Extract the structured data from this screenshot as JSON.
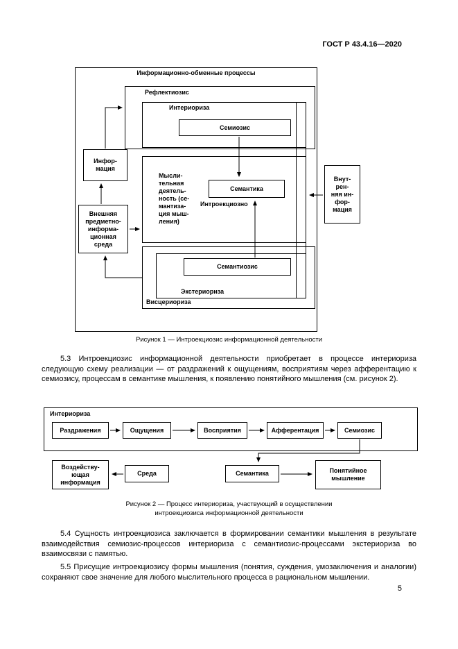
{
  "header": {
    "doc_number": "ГОСТ Р 43.4.16—2020"
  },
  "figure1": {
    "caption": "Рисунок 1 — Интроекциозис информационной деятельности",
    "labels": {
      "outer": "Информационно-обменные процессы",
      "reflektiozis": "Рефлектиозис",
      "interioriza": "Интериориза",
      "semiozis": "Семиозис",
      "thinking": "Мысли-\nтельная\nдеятель-\nность (се-\nмантиза-\nция мыш-\nления)",
      "semantika": "Семантика",
      "introekciozno": "Интроекциозно",
      "informaciya": "Инфор-\nмация",
      "sreda": "Внешняя\nпредметно-\nинформа-\nционная\nсреда",
      "vnutrennyaya": "Внут-\nрен-\nняя ин-\nфор-\nмация",
      "semantiozis": "Семантиозис",
      "eksterioriza": "Экстериориза",
      "viscerioriza": "Висцериориза"
    }
  },
  "figure2": {
    "caption": "Рисунок 2 — Процесс интериориза, участвующий в осуществлении\nинтроекциозиса информационной деятельности",
    "labels": {
      "interioriza": "Интериориза",
      "razdrazheniya": "Раздражения",
      "oshchushcheniya": "Ощущения",
      "vospriyatiya": "Восприятия",
      "afferentaciya": "Афферентация",
      "semiozis": "Семиозис",
      "vozdeystvuyushchaya": "Воздейству-\nющая\nинформация",
      "sreda": "Среда",
      "semantika": "Семантика",
      "ponyatiynoe": "Понятийное\nмышление"
    }
  },
  "paragraphs": {
    "p53": "5.3 Интроекциозис информационной деятельности приобретает в процессе интериориза следующую схему реализации — от раздражений к ощущениям, восприятиям через афферентацию к семиозису, процессам в семантике мышления, к появлению понятийного мышления (см. рисунок 2).",
    "p54": "5.4 Сущность интроекциозиса заключается в формировании семантики мышления в результате взаимодействия семиозис-процессов интериориза с семантиозис-процессами экстериориза во взаимосвязи с памятью.",
    "p55": "5.5 Присущие интроекциозису формы мышления (понятия, суждения, умозаключения и аналогии) сохраняют свое значение для любого мыслительного процесса в рациональном мышлении."
  },
  "page_number": "5"
}
